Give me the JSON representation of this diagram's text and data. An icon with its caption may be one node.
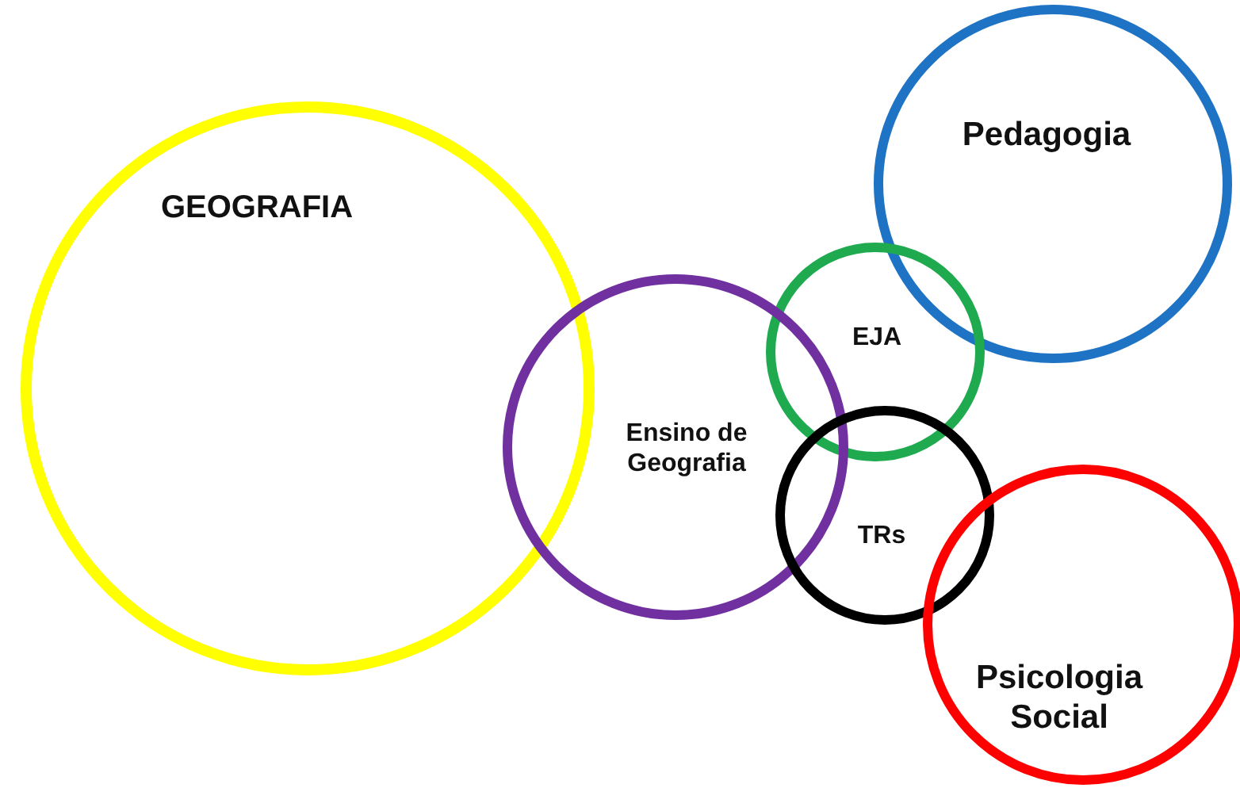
{
  "diagram": {
    "nodes": [
      {
        "text": [
          "GEOGRAFIA"
        ]
      },
      {
        "text": [
          "Pedagogia"
        ]
      },
      {
        "text": [
          "EJA"
        ]
      },
      {
        "text": [
          "Ensino de Geografia"
        ]
      },
      {
        "text": [
          "TRs"
        ]
      },
      {
        "text": [
          "Psicologia Social"
        ]
      }
    ]
  }
}
